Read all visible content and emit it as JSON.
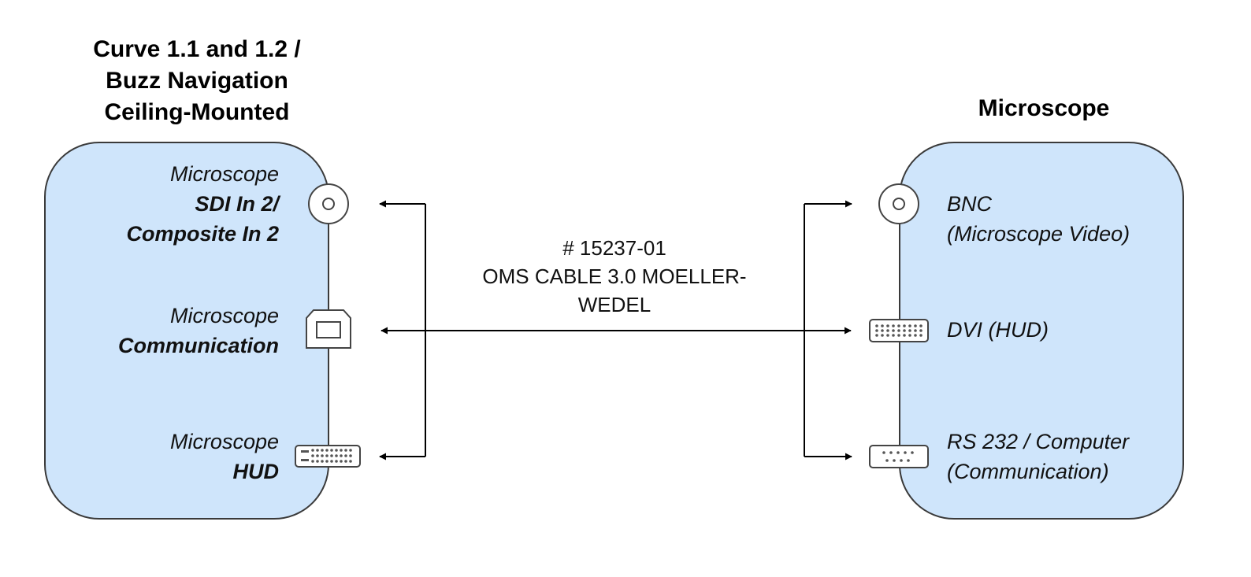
{
  "left_device": {
    "title_lines": [
      "Curve 1.1 and 1.2  /",
      "Buzz Navigation",
      "Ceiling-Mounted"
    ],
    "ports": [
      {
        "normal": "Microscope",
        "bold_lines": [
          "SDI In 2/",
          "Composite In 2"
        ],
        "icon": "bnc-connector-icon"
      },
      {
        "normal": "Microscope",
        "bold_lines": [
          "Communication"
        ],
        "icon": "usb-b-connector-icon"
      },
      {
        "normal": "Microscope",
        "bold_lines": [
          "HUD"
        ],
        "icon": "dvi-connector-icon"
      }
    ]
  },
  "right_device": {
    "title": "Microscope",
    "ports": [
      {
        "lines": [
          "BNC",
          "(Microscope Video)"
        ],
        "icon": "bnc-connector-icon"
      },
      {
        "lines": [
          "DVI (HUD)"
        ],
        "icon": "dvi-connector-icon"
      },
      {
        "lines": [
          "RS 232 / Computer",
          "(Communication)"
        ],
        "icon": "rs232-connector-icon"
      }
    ]
  },
  "cable": {
    "lines": [
      "# 15237-01",
      "OMS CABLE 3.0 MOELLER-",
      "WEDEL"
    ]
  },
  "colors": {
    "device_fill": "#cfe5fb",
    "device_stroke": "#3a3a3a",
    "line": "#000000"
  }
}
